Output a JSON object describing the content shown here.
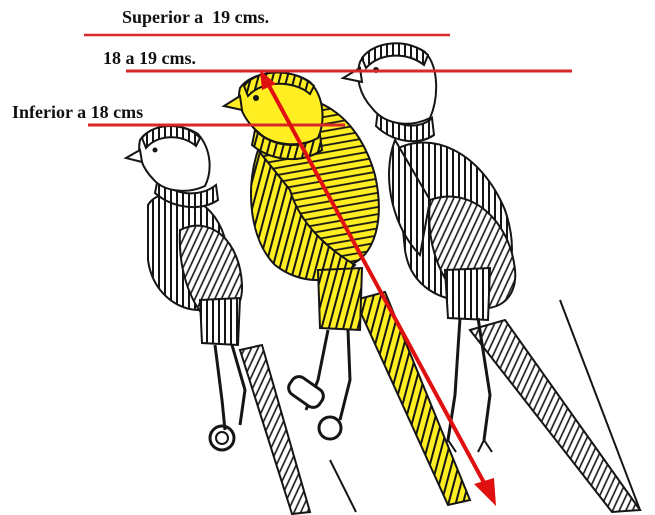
{
  "labels": {
    "superior": "Superior a  19 cms.",
    "mid": "18 a 19 cms.",
    "inferior": "Inferior a 18 cms"
  },
  "colors": {
    "measure_line": "#d82828",
    "arrow": "#e01010",
    "highlight_bird": "#ffee22",
    "ink": "#151515"
  },
  "figures": [
    {
      "name": "small-canary",
      "size_class": "Inferior a 18 cms"
    },
    {
      "name": "medium-canary",
      "size_class": "18 a 19 cms.",
      "highlighted": true
    },
    {
      "name": "large-canary",
      "size_class": "Superior a  19 cms."
    }
  ]
}
